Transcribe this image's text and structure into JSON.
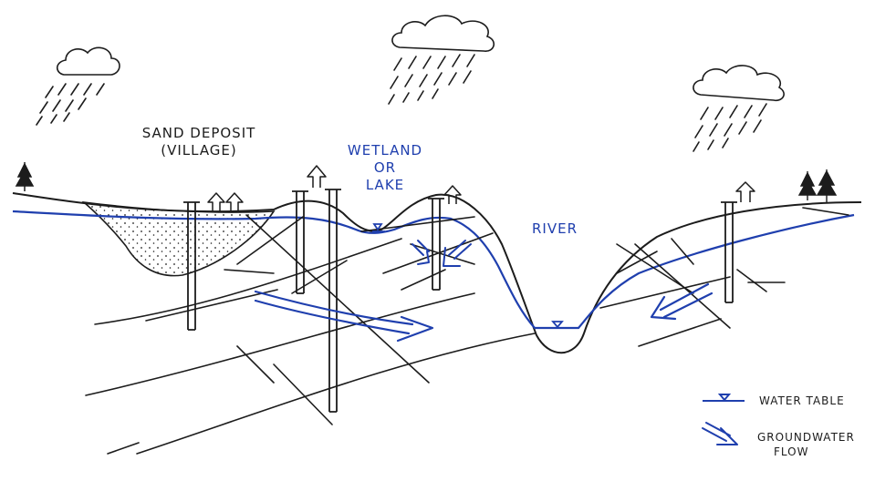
{
  "labels": {
    "sand_deposit_line1": "SAND DEPOSIT",
    "sand_deposit_line2": "(VILLAGE)",
    "wetland_line1": "WETLAND",
    "wetland_line2": "OR",
    "wetland_line3": "LAKE",
    "river": "RIVER"
  },
  "legend": {
    "water_table": "WATER TABLE",
    "groundwater_flow_line1": "GROUNDWATER",
    "groundwater_flow_line2": "FLOW"
  },
  "colors": {
    "ink": "#1c1c1c",
    "water": "#1f3fae",
    "background": "#ffffff"
  },
  "icons": [
    "rain-cloud-icon",
    "tree-icon",
    "well-icon",
    "pumping-arrow-icon",
    "water-table-marker-icon",
    "groundwater-flow-arrow-icon"
  ]
}
